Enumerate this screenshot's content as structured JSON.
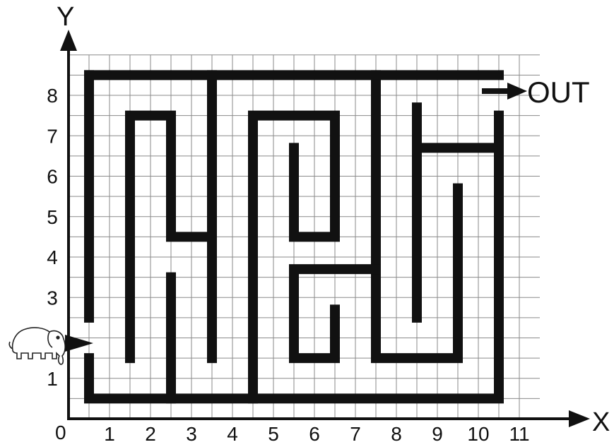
{
  "axes": {
    "x_label": "X",
    "y_label": "Y",
    "origin_label": "0",
    "x_ticks": [
      "1",
      "2",
      "3",
      "4",
      "5",
      "6",
      "7",
      "8",
      "9",
      "10",
      "11"
    ],
    "y_ticks": [
      "1",
      "2",
      "3",
      "4",
      "5",
      "6",
      "7",
      "8"
    ]
  },
  "entrance": {
    "icon": "elephant-icon"
  },
  "exit": {
    "label": "OUT",
    "icon": "arrow-right-icon"
  },
  "colors": {
    "ink": "#111111",
    "grid": "#8a8a8a",
    "paper": "#ffffff"
  },
  "maze_walls": [
    [
      [
        0.5,
        8.5
      ],
      [
        10.5,
        8.5
      ]
    ],
    [
      [
        0.5,
        8.5
      ],
      [
        0.5,
        2.5
      ]
    ],
    [
      [
        0.5,
        1.5
      ],
      [
        0.5,
        0.5
      ],
      [
        10.5,
        0.5
      ],
      [
        10.5,
        7.5
      ]
    ],
    [
      [
        1.5,
        1.5
      ],
      [
        1.5,
        7.5
      ],
      [
        2.5,
        7.5
      ],
      [
        2.5,
        4.5
      ],
      [
        3.5,
        4.5
      ]
    ],
    [
      [
        3.5,
        8.5
      ],
      [
        3.5,
        1.5
      ]
    ],
    [
      [
        2.5,
        3.5
      ],
      [
        2.5,
        0.5
      ]
    ],
    [
      [
        4.5,
        0.5
      ],
      [
        4.5,
        7.5
      ],
      [
        6.5,
        7.5
      ],
      [
        6.5,
        4.5
      ],
      [
        5.5,
        4.5
      ],
      [
        5.5,
        6.7
      ]
    ],
    [
      [
        7.5,
        8.5
      ],
      [
        7.5,
        1.5
      ],
      [
        9.5,
        1.5
      ],
      [
        9.5,
        5.7
      ]
    ],
    [
      [
        7.5,
        3.7
      ],
      [
        5.5,
        3.7
      ],
      [
        5.5,
        1.5
      ],
      [
        6.5,
        1.5
      ],
      [
        6.5,
        2.7
      ]
    ],
    [
      [
        8.5,
        7.7
      ],
      [
        8.5,
        2.5
      ]
    ],
    [
      [
        8.5,
        6.7
      ],
      [
        10.5,
        6.7
      ]
    ]
  ]
}
